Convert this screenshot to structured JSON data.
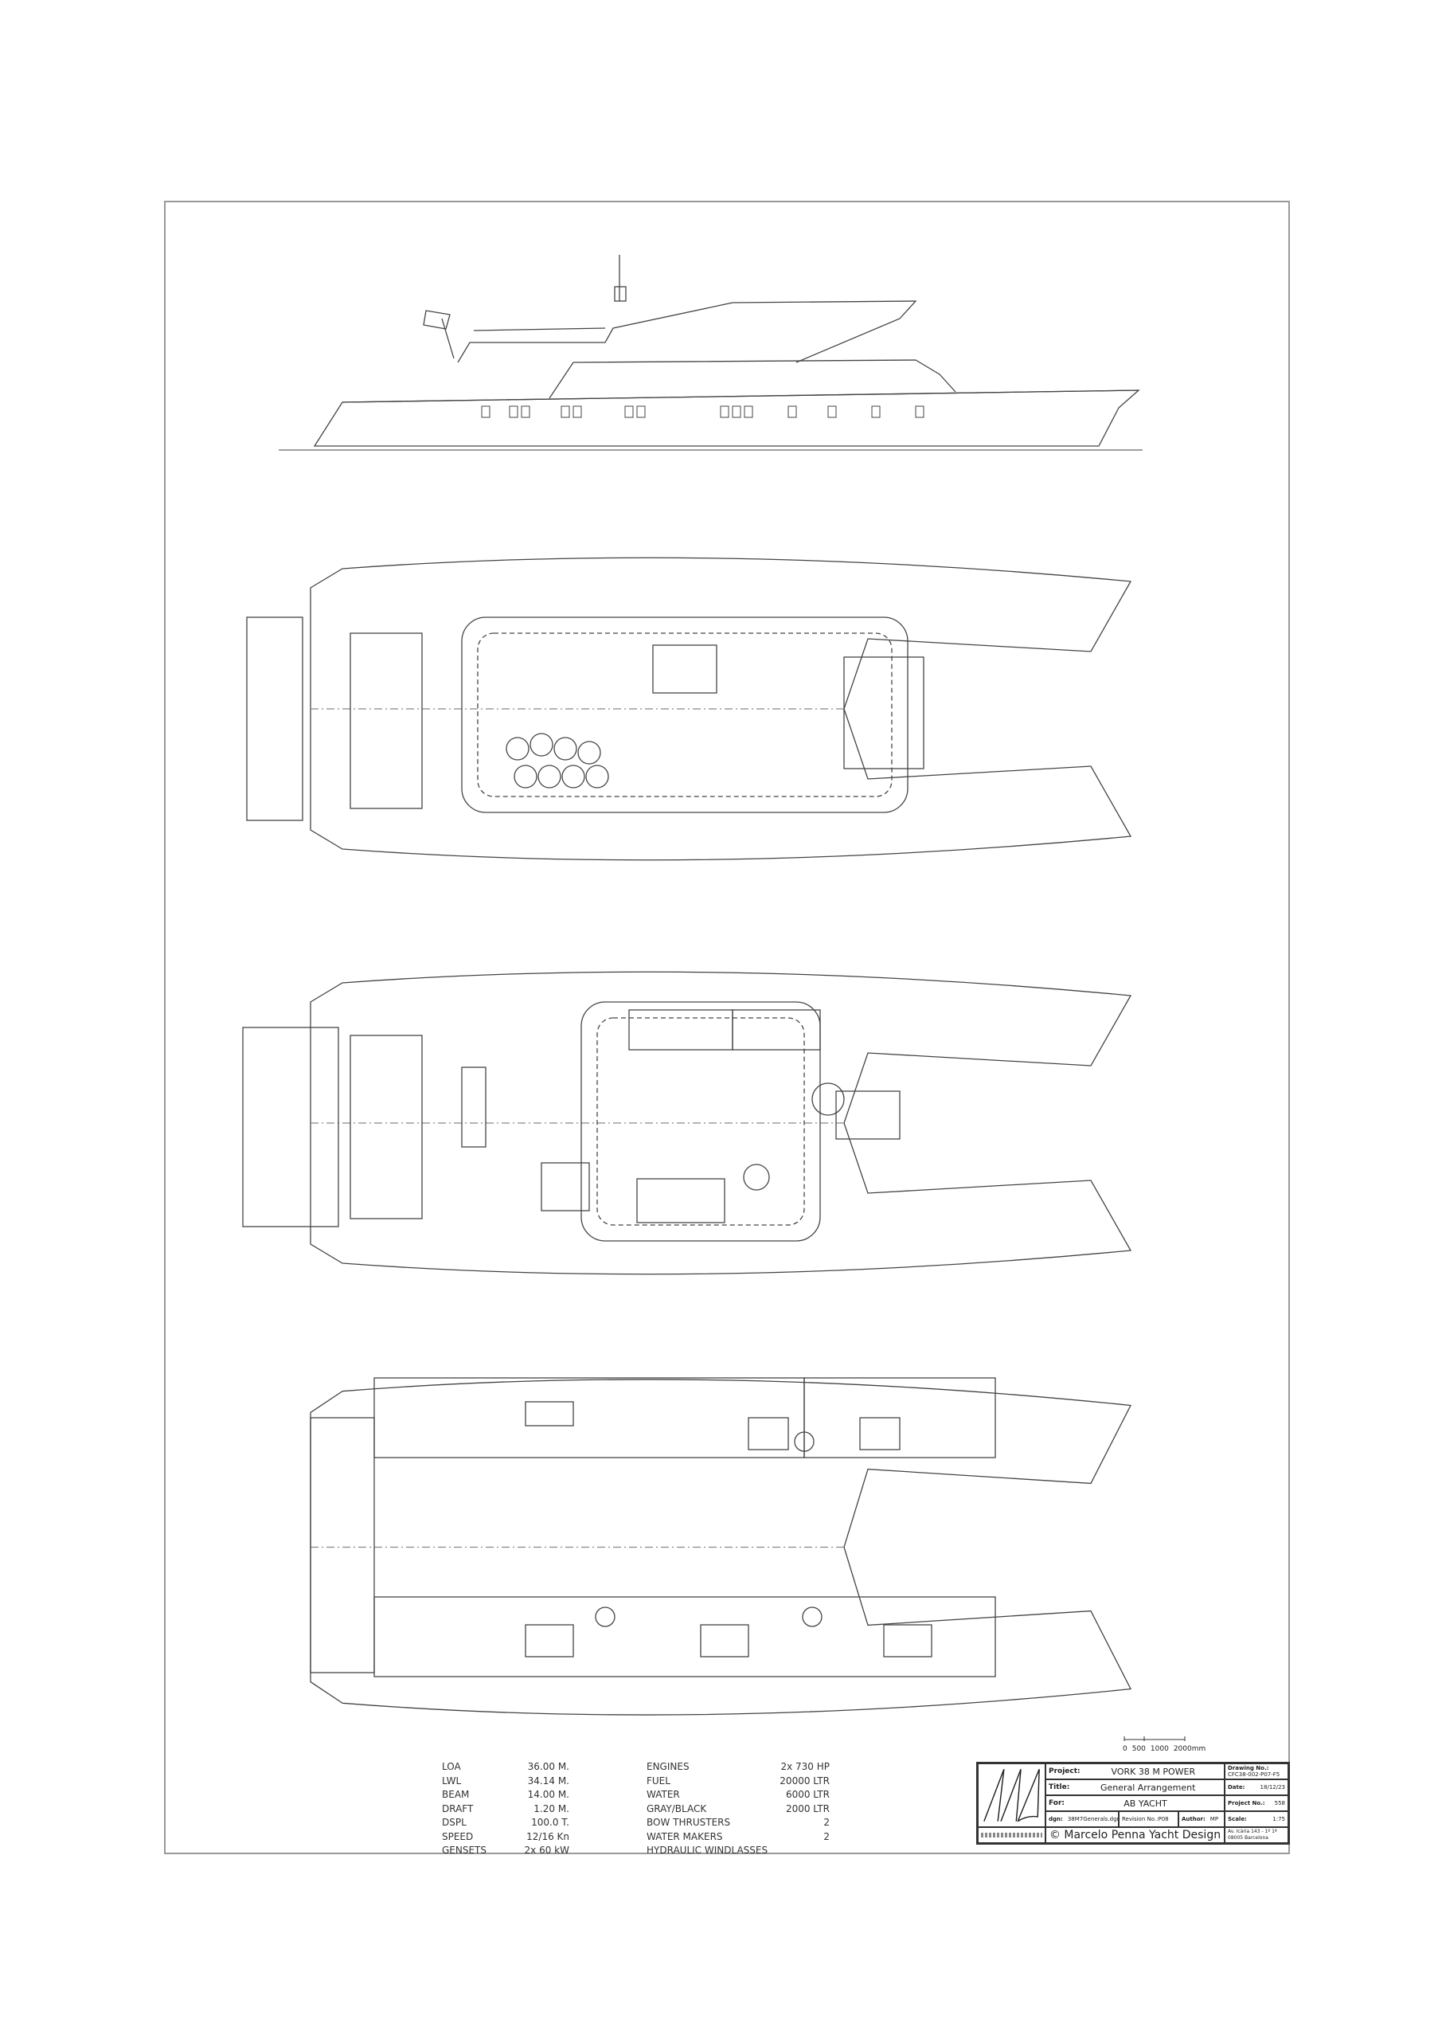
{
  "specs_left": [
    {
      "label": "LOA",
      "value": "36.00 M."
    },
    {
      "label": "LWL",
      "value": "34.14 M."
    },
    {
      "label": "BEAM",
      "value": "14.00 M."
    },
    {
      "label": "DRAFT",
      "value": "1.20 M."
    },
    {
      "label": "DSPL",
      "value": "100.0 T."
    },
    {
      "label": "SPEED",
      "value": "12/16 Kn"
    },
    {
      "label": "GENSETS",
      "value": "2x 60 kW"
    }
  ],
  "specs_right": [
    {
      "label": "ENGINES",
      "value": "2x 730 HP"
    },
    {
      "label": "FUEL",
      "value": "20000 LTR"
    },
    {
      "label": "WATER",
      "value": "6000 LTR"
    },
    {
      "label": "GRAY/BLACK",
      "value": "2000 LTR"
    },
    {
      "label": "BOW THRUSTERS",
      "value": "2"
    },
    {
      "label": "WATER MAKERS",
      "value": "2"
    },
    {
      "label": "HYDRAULIC WINDLASSES",
      "value": ""
    }
  ],
  "scale_bar": {
    "zero": "0",
    "half": "500",
    "one": "1000",
    "two": "2000mm"
  },
  "title_block": {
    "project_label": "Project:",
    "project": "VORK 38 M POWER",
    "title_label": "Title:",
    "title": "General Arrangement",
    "for_label": "For:",
    "for": "AB YACHT",
    "dgn_label": "dgn:",
    "dgn": "38M7Generals.dgn",
    "revision_label": "Revision No.:",
    "revision": "P08",
    "author_label": "Author:",
    "author": "MP",
    "drawing_no_label": "Drawing No.:",
    "drawing_no": "CFC38-002-P07-F5",
    "date_label": "Date:",
    "date": "18/12/23",
    "project_no_label": "Project No.:",
    "project_no": "558",
    "scale_label": "Scale:",
    "scale": "1:75",
    "copyright": "© Marcelo Penna Yacht Design",
    "address": "Av. Icària 143 - 1º 1ª 08005 Barcelona"
  }
}
